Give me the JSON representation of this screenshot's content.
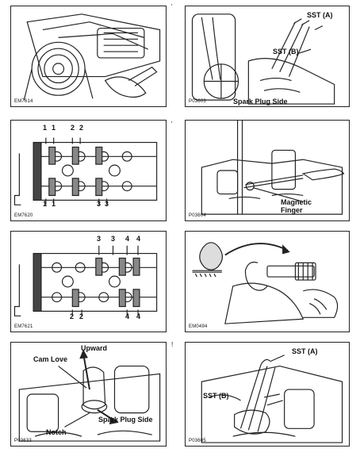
{
  "margin_marks": [
    "'",
    "'",
    "!"
  ],
  "panels": [
    {
      "id": "crankshaft-pulley",
      "code": "EM7614"
    },
    {
      "id": "sst-install-top",
      "code": "P03603",
      "labels": {
        "sst_a": "SST (A)",
        "sst_b": "SST (B)",
        "spark_plug_side": "Spark Plug Side"
      }
    },
    {
      "id": "cam-cap-order-1",
      "code": "EM7620",
      "top_numbers": [
        "1",
        "1",
        "2",
        "2"
      ],
      "bottom_numbers": [
        "1",
        "1",
        "3",
        "3"
      ]
    },
    {
      "id": "magnetic-finger",
      "code": "P03604",
      "labels": {
        "magnetic_finger": "Magnetic\nFinger"
      }
    },
    {
      "id": "cam-cap-order-2",
      "code": "EM7621",
      "top_numbers": [
        "3",
        "3",
        "4",
        "4"
      ],
      "bottom_numbers": [
        "2",
        "2",
        "4",
        "4"
      ]
    },
    {
      "id": "micrometer",
      "code": "EM0494"
    },
    {
      "id": "lifter-install",
      "code": "P03633",
      "labels": {
        "cam_lobe": "Cam Love",
        "upward": "Upward",
        "notch": "Notch",
        "spark_plug_side": "Spark Plug Side"
      }
    },
    {
      "id": "sst-install-bottom",
      "code": "P03605",
      "labels": {
        "sst_a": "SST (A)",
        "sst_b": "SST (B)"
      }
    }
  ]
}
